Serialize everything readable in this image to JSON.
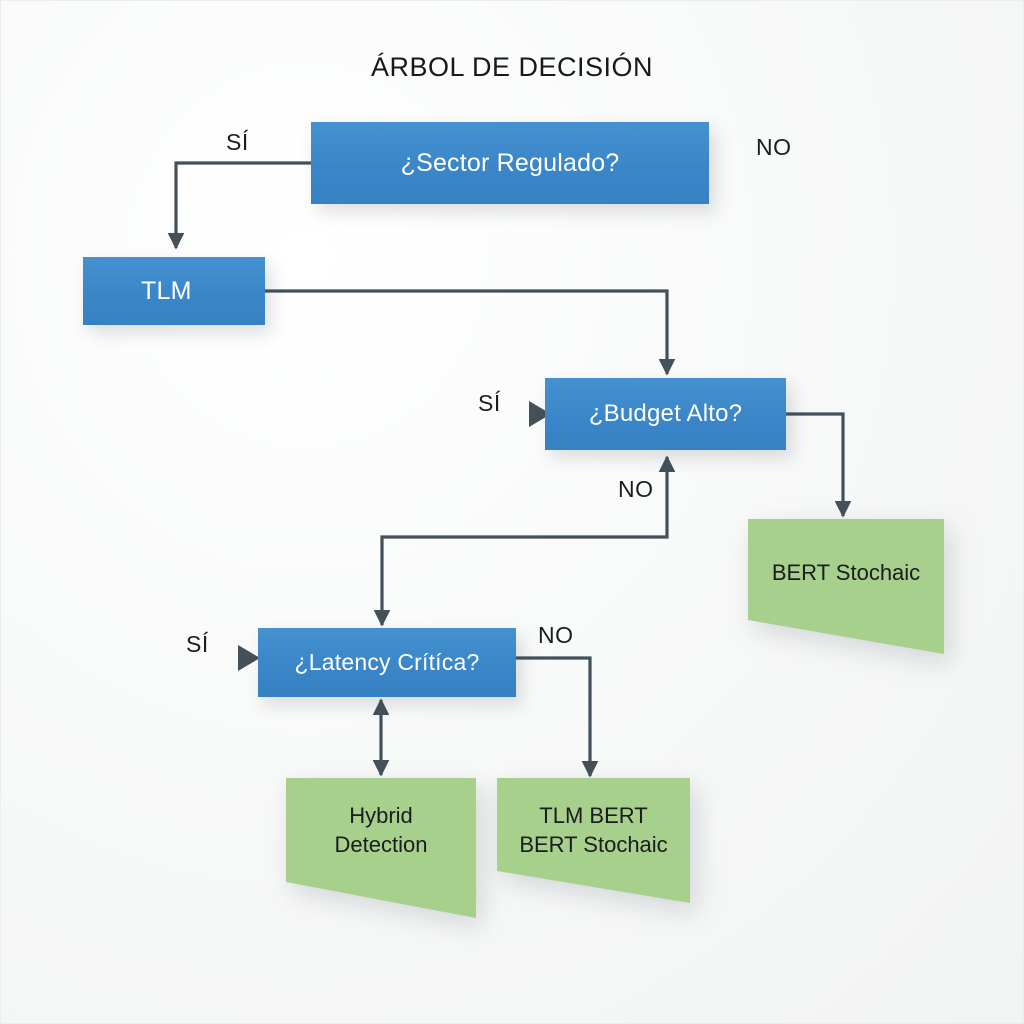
{
  "diagram": {
    "title": "ÁRBOL DE DECISIÓN",
    "type": "decision-tree-flowchart",
    "colors": {
      "decision_fill": "#3a86c8",
      "decision_text": "#ffffff",
      "terminal_fill": "#a8d08d",
      "terminal_text": "#1a1c1d",
      "connector": "#44505a",
      "background": "#fbfcfc",
      "title_text": "#17191a"
    },
    "nodes": [
      {
        "id": "sector",
        "kind": "decision",
        "label": "¿Sector Regulado?"
      },
      {
        "id": "tlm",
        "kind": "decision",
        "label": "TLM"
      },
      {
        "id": "budget",
        "kind": "decision",
        "label": "¿Budget Alto?"
      },
      {
        "id": "latency",
        "kind": "decision",
        "label": "¿Latency Crítíca?"
      },
      {
        "id": "bert",
        "kind": "terminal",
        "label": "BERT Stochaic"
      },
      {
        "id": "hybrid",
        "kind": "terminal",
        "label": "Hybrid\nDetection"
      },
      {
        "id": "tlmbert",
        "kind": "terminal",
        "label": "TLM BERT\nBERT Stochaic"
      }
    ],
    "edge_labels": {
      "sector_si": "SÍ",
      "sector_no": "NO",
      "budget_si": "SÍ",
      "budget_no": "NO",
      "latency_si": "SÍ",
      "latency_no": "NO"
    },
    "edges": [
      {
        "from": "sector",
        "to": "tlm",
        "label": "SÍ"
      },
      {
        "from": "sector",
        "to": "budget",
        "label": "NO"
      },
      {
        "from": "tlm",
        "to": "budget",
        "label": ""
      },
      {
        "from": "budget",
        "to": "bert",
        "label": ""
      },
      {
        "from": "budget",
        "to": "latency",
        "label": "NO"
      },
      {
        "from": "latency",
        "to": "hybrid",
        "label": "SÍ"
      },
      {
        "from": "latency",
        "to": "tlmbert",
        "label": "NO"
      }
    ]
  }
}
